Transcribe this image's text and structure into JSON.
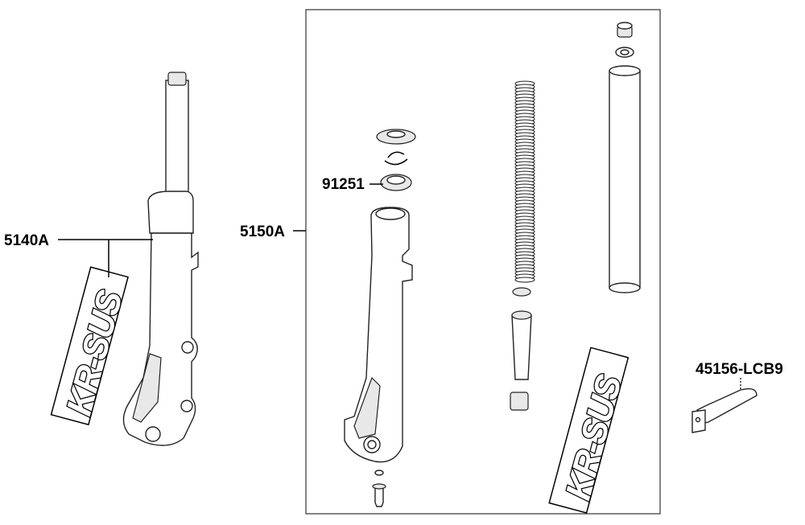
{
  "parts": {
    "left_fork": "5140A",
    "right_fork_assembly": "5150A",
    "oil_seal": "91251",
    "bracket": "45156-LCB9"
  },
  "decal_text": "KR-SUS"
}
